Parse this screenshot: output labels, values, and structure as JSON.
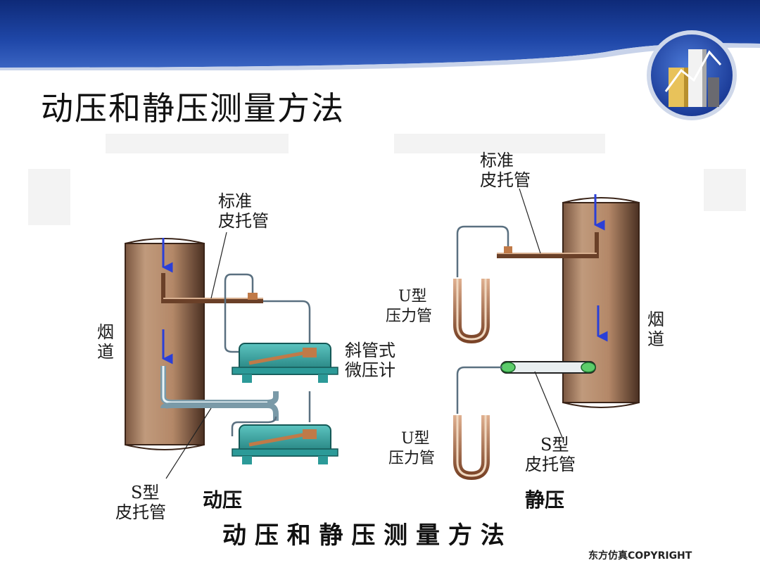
{
  "page": {
    "title": "动压和静压测量方法"
  },
  "diagram": {
    "left": {
      "pitot_label_line1": "标准",
      "pitot_label_line2": "皮托管",
      "flue_label_line1": "烟",
      "flue_label_line2": "道",
      "manometer_label_line1": "斜管式",
      "manometer_label_line2": "微压计",
      "s_pitot_label_line1": "S型",
      "s_pitot_label_line2": "皮托管",
      "caption": "动压"
    },
    "right": {
      "pitot_label_line1": "标准",
      "pitot_label_line2": "皮托管",
      "u_tube_top_line1": "U型",
      "u_tube_top_line2": "压力管",
      "u_tube_bottom_line1": "U型",
      "u_tube_bottom_line2": "压力管",
      "flue_label_line1": "烟",
      "flue_label_line2": "道",
      "s_pitot_label_line1": "S型",
      "s_pitot_label_line2": "皮托管",
      "caption": "静压"
    },
    "bottom_caption": "动 压 和 静 压 测 量 方 法",
    "copyright": "东方仿真COPYRIGHT"
  },
  "colors": {
    "header_blue": "#1b3a8c",
    "duct_brown": "#b08464",
    "manometer_teal": "#2c9a98",
    "tube_copper": "#b06a3c",
    "arrow_blue": "#2a3fd8"
  }
}
